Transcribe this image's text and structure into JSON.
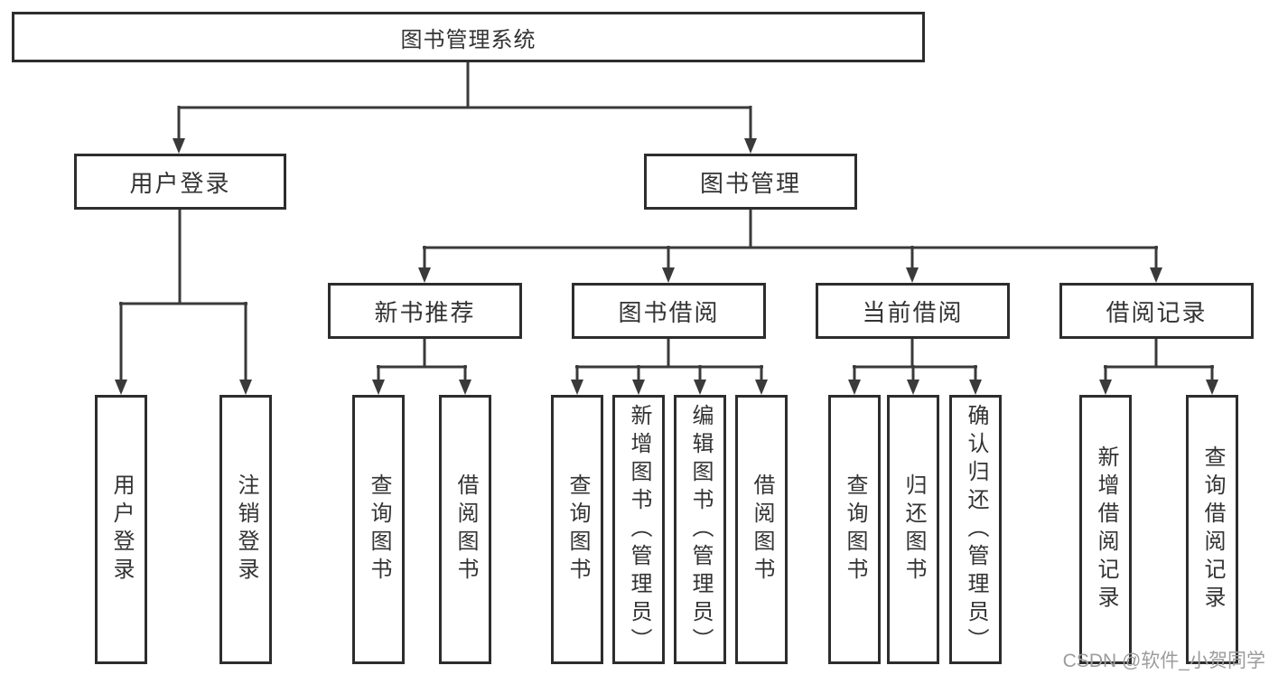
{
  "root": {
    "label": "图书管理系统"
  },
  "level2": [
    {
      "label": "用户登录"
    },
    {
      "label": "图书管理"
    }
  ],
  "level3": [
    {
      "label": "新书推荐"
    },
    {
      "label": "图书借阅"
    },
    {
      "label": "当前借阅"
    },
    {
      "label": "借阅记录"
    }
  ],
  "leaves": {
    "user_login": [
      {
        "label": "用户登录"
      },
      {
        "label": "注销登录"
      }
    ],
    "new_book": [
      {
        "label": "查询图书"
      },
      {
        "label": "借阅图书"
      }
    ],
    "borrow": [
      {
        "label": "查询图书"
      },
      {
        "label": "新增图书（管理员）"
      },
      {
        "label": "编辑图书（管理员）"
      },
      {
        "label": "借阅图书"
      }
    ],
    "current": [
      {
        "label": "查询图书"
      },
      {
        "label": "归还图书"
      },
      {
        "label": "确认归还（管理员）"
      }
    ],
    "records": [
      {
        "label": "新增借阅记录"
      },
      {
        "label": "查询借阅记录"
      }
    ]
  },
  "watermark": {
    "text": "CSDN @软件_小贺同学"
  },
  "colors": {
    "line": "#3a3a3a",
    "box_border": "#2d2d2d",
    "text": "#333333",
    "watermark": "#9c9c9c",
    "background": "#ffffff"
  }
}
